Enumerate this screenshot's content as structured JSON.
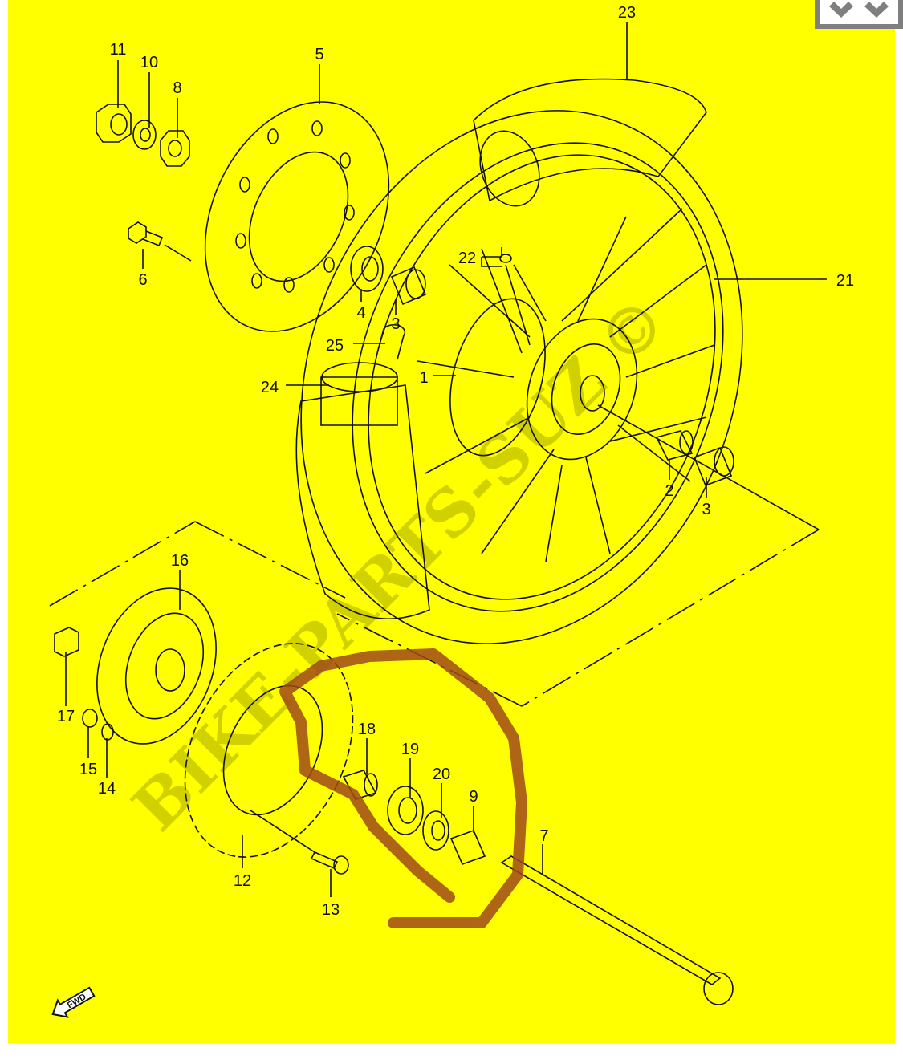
{
  "colors": {
    "background": "#ffff00",
    "lines": "#111111",
    "annotation": "#a0522d",
    "watermark": "#9a9a00"
  },
  "watermark": "BIKE-PARTS-SUZ ©",
  "fwd_label": "FWD",
  "expand_icon": "expand-chevrons-icon",
  "labels": {
    "p1": "1",
    "p2": "2",
    "p3a": "3",
    "p3b": "3",
    "p4": "4",
    "p5": "5",
    "p6": "6",
    "p7": "7",
    "p8": "8",
    "p9": "9",
    "p10": "10",
    "p11": "11",
    "p12": "12",
    "p13": "13",
    "p14": "14",
    "p15": "15",
    "p16": "16",
    "p17": "17",
    "p18": "18",
    "p19": "19",
    "p20": "20",
    "p21": "21",
    "p22": "22",
    "p23": "23",
    "p24": "24",
    "p25": "25"
  }
}
